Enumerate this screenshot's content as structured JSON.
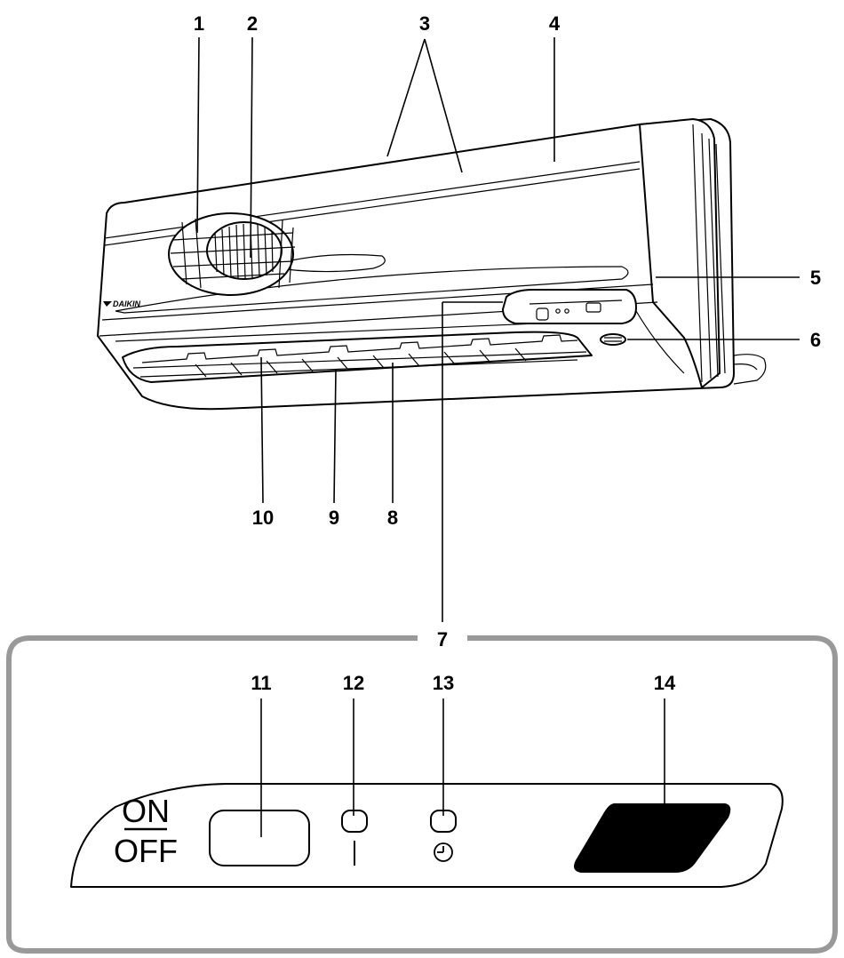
{
  "callouts": {
    "c1": "1",
    "c2": "2",
    "c3": "3",
    "c4": "4",
    "c5": "5",
    "c6": "6",
    "c7_top": "7",
    "c8": "8",
    "c9": "9",
    "c10": "10",
    "c7_panel": "7",
    "c11": "11",
    "c12": "12",
    "c13": "13",
    "c14": "14"
  },
  "unit": {
    "brand_logo": "DAIKIN"
  },
  "panel": {
    "on_label": "ON",
    "off_label": "OFF",
    "clock_symbol": "clock-icon",
    "indicator_symbol": "vertical-bar"
  },
  "colors": {
    "stroke": "#000000",
    "frame": "#999999",
    "fill": "#ffffff",
    "receiver": "#000000"
  }
}
